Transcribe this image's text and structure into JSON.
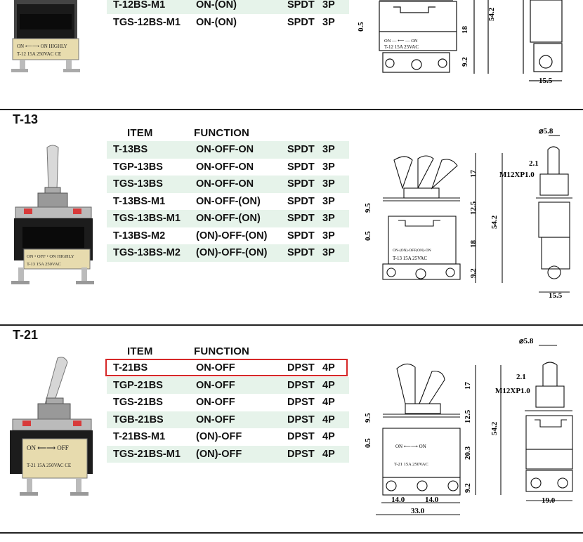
{
  "sections": [
    {
      "title": "",
      "rows": [
        {
          "item": "T-12BS-M1",
          "function": "ON-(ON)",
          "type": "SPDT",
          "poles": "3P",
          "shaded": true
        },
        {
          "item": "TGS-12BS-M1",
          "function": "ON-(ON)",
          "type": "SPDT",
          "poles": "3P",
          "shaded": false
        }
      ],
      "photo": {
        "label_top": "ON ⟵⟶ ON HIGHLY",
        "label_bottom": "T-12 15A 250VAC CE"
      },
      "drawing": {
        "dim_a": "0.5",
        "dim_b": "18",
        "dim_c": "9.2",
        "dim_total": "54.2",
        "dim_width": "15.5",
        "plate": "T-12 15A 25VAC",
        "plate_top": "ON — ⟵ — ON"
      }
    },
    {
      "title": "T-13",
      "headers": {
        "item": "ITEM",
        "function": "FUNCTION"
      },
      "rows": [
        {
          "item": "T-13BS",
          "function": "ON-OFF-ON",
          "type": "SPDT",
          "poles": "3P",
          "shaded": true
        },
        {
          "item": "TGP-13BS",
          "function": "ON-OFF-ON",
          "type": "SPDT",
          "poles": "3P",
          "shaded": false
        },
        {
          "item": "TGS-13BS",
          "function": "ON-OFF-ON",
          "type": "SPDT",
          "poles": "3P",
          "shaded": true
        },
        {
          "item": "T-13BS-M1",
          "function": "ON-OFF-(ON)",
          "type": "SPDT",
          "poles": "3P",
          "shaded": false
        },
        {
          "item": "TGS-13BS-M1",
          "function": "ON-OFF-(ON)",
          "type": "SPDT",
          "poles": "3P",
          "shaded": true
        },
        {
          "item": "T-13BS-M2",
          "function": "(ON)-OFF-(ON)",
          "type": "SPDT",
          "poles": "3P",
          "shaded": false
        },
        {
          "item": "TGS-13BS-M2",
          "function": "(ON)-OFF-(ON)",
          "type": "SPDT",
          "poles": "3P",
          "shaded": true
        }
      ],
      "photo": {
        "label_top": "ON • OFF • ON HIGHLY",
        "label_bottom": "T-13 15A 250VAC"
      },
      "drawing": {
        "dim_a": "9.5",
        "dim_b": "0.5",
        "dim_c": "17",
        "dim_d": "12.5",
        "dim_e": "18",
        "dim_f": "9.2",
        "dim_total": "54.2",
        "dim_diameter": "⌀5.8",
        "dim_t": "2.1",
        "thread": "M12XP1.0",
        "dim_width": "15.5",
        "plate": "T-13 15A 25VAC",
        "plate_top": "ON-(ON)-OFF(ON)-ON"
      }
    },
    {
      "title": "T-21",
      "headers": {
        "item": "ITEM",
        "function": "FUNCTION"
      },
      "rows": [
        {
          "item": "T-21BS",
          "function": "ON-OFF",
          "type": "DPST",
          "poles": "4P",
          "shaded": false,
          "highlighted": true
        },
        {
          "item": "TGP-21BS",
          "function": "ON-OFF",
          "type": "DPST",
          "poles": "4P",
          "shaded": true
        },
        {
          "item": "TGS-21BS",
          "function": "ON-OFF",
          "type": "DPST",
          "poles": "4P",
          "shaded": false
        },
        {
          "item": "TGB-21BS",
          "function": "ON-OFF",
          "type": "DPST",
          "poles": "4P",
          "shaded": true
        },
        {
          "item": "T-21BS-M1",
          "function": "(ON)-OFF",
          "type": "DPST",
          "poles": "4P",
          "shaded": false
        },
        {
          "item": "TGS-21BS-M1",
          "function": "(ON)-OFF",
          "type": "DPST",
          "poles": "4P",
          "shaded": true
        }
      ],
      "photo": {
        "label_top": "ON ⟵⟶ OFF",
        "label_bottom": "T-21 15A 250VAC CE"
      },
      "drawing": {
        "dim_a": "9.5",
        "dim_b": "0.5",
        "dim_c": "17",
        "dim_d": "12.5",
        "dim_e": "20.3",
        "dim_f": "9.2",
        "dim_total": "54.2",
        "dim_diameter": "⌀5.8",
        "dim_t": "2.1",
        "thread": "M12XP1.0",
        "dim_half1": "14.0",
        "dim_half2": "14.0",
        "dim_span": "33.0",
        "dim_width": "19.0",
        "plate": "T-21 15A 250VAC",
        "plate_top": "ON ⟵⟶ ON"
      }
    }
  ],
  "colors": {
    "row_shade": "#e6f3ea",
    "highlight": "#d62828",
    "rule": "#222222"
  }
}
